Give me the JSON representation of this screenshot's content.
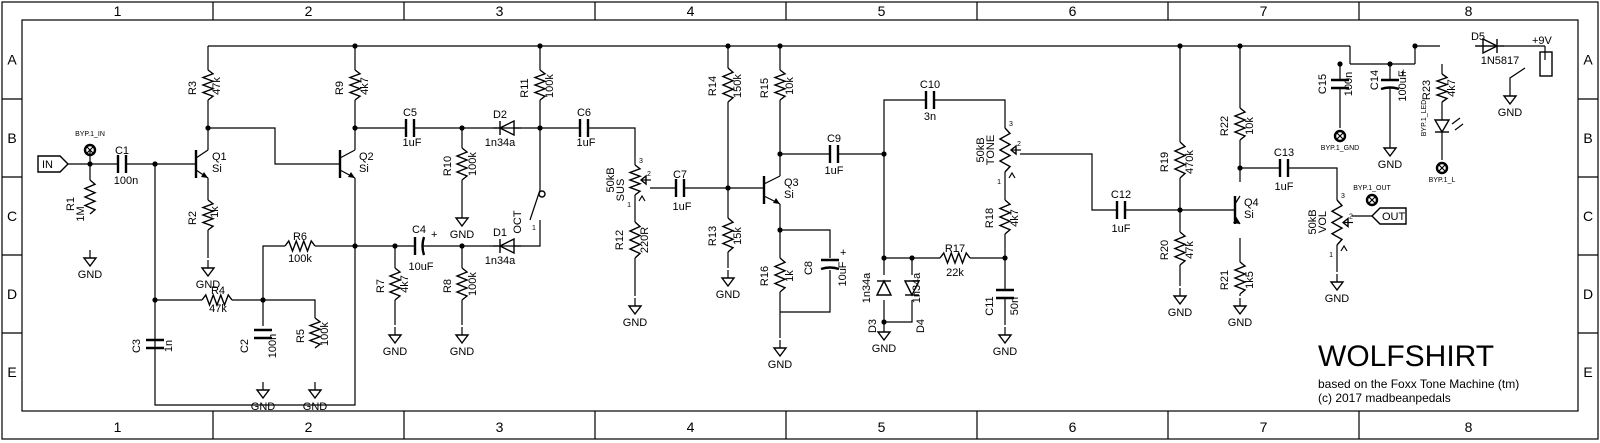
{
  "title_block": {
    "title": "WOLFSHIRT",
    "subtitle": "based on the Foxx Tone Machine (tm)",
    "copyright": "(c) 2017 madbeanpedals"
  },
  "grid": {
    "columns": [
      "1",
      "2",
      "3",
      "4",
      "5",
      "6",
      "7",
      "8"
    ],
    "rows": [
      "A",
      "B",
      "C",
      "D",
      "E"
    ]
  },
  "ports": {
    "in": "IN",
    "out": "OUT",
    "supply": "+9V"
  },
  "switch": {
    "ref": "OCT",
    "pin": "1"
  },
  "gnd_label": "GND",
  "testpoints": {
    "byp_in": "BYP.1_IN",
    "byp_gnd": "BYP.1_GND",
    "byp_out": "BYP.1_OUT",
    "byp_led": "BYP.1_LED",
    "byp_l": "BYP.1_L"
  },
  "resistors": [
    {
      "ref": "R1",
      "value": "1M"
    },
    {
      "ref": "R2",
      "value": "1k"
    },
    {
      "ref": "R3",
      "value": "47k"
    },
    {
      "ref": "R4",
      "value": "47k"
    },
    {
      "ref": "R5",
      "value": "100k"
    },
    {
      "ref": "R6",
      "value": "100k"
    },
    {
      "ref": "R7",
      "value": "4k7"
    },
    {
      "ref": "R8",
      "value": "100k"
    },
    {
      "ref": "R9",
      "value": "4k7"
    },
    {
      "ref": "R10",
      "value": "100k"
    },
    {
      "ref": "R11",
      "value": "100k"
    },
    {
      "ref": "R12",
      "value": "220R"
    },
    {
      "ref": "R13",
      "value": "15k"
    },
    {
      "ref": "R14",
      "value": "150k"
    },
    {
      "ref": "R15",
      "value": "10k"
    },
    {
      "ref": "R16",
      "value": "1k"
    },
    {
      "ref": "R17",
      "value": "22k"
    },
    {
      "ref": "R18",
      "value": "4k7"
    },
    {
      "ref": "R19",
      "value": "470k"
    },
    {
      "ref": "R20",
      "value": "47k"
    },
    {
      "ref": "R21",
      "value": "1k5"
    },
    {
      "ref": "R22",
      "value": "10k"
    },
    {
      "ref": "R23",
      "value": "4k7"
    }
  ],
  "capacitors": [
    {
      "ref": "C1",
      "value": "100n"
    },
    {
      "ref": "C2",
      "value": "100n"
    },
    {
      "ref": "C3",
      "value": "1n"
    },
    {
      "ref": "C4",
      "value": "10uF"
    },
    {
      "ref": "C5",
      "value": "1uF"
    },
    {
      "ref": "C6",
      "value": "1uF"
    },
    {
      "ref": "C7",
      "value": "1uF"
    },
    {
      "ref": "C8",
      "value": "10uF"
    },
    {
      "ref": "C9",
      "value": "1uF"
    },
    {
      "ref": "C10",
      "value": "3n"
    },
    {
      "ref": "C11",
      "value": "50n"
    },
    {
      "ref": "C12",
      "value": "1uF"
    },
    {
      "ref": "C13",
      "value": "1uF"
    },
    {
      "ref": "C14",
      "value": "100uF"
    },
    {
      "ref": "C15",
      "value": "100n"
    }
  ],
  "diodes": [
    {
      "ref": "D1",
      "value": "1n34a"
    },
    {
      "ref": "D2",
      "value": "1n34a"
    },
    {
      "ref": "D3",
      "value": "1n34a"
    },
    {
      "ref": "D4",
      "value": "1n34a"
    },
    {
      "ref": "D5",
      "value": "1N5817"
    }
  ],
  "transistors": [
    {
      "ref": "Q1",
      "type": "Si"
    },
    {
      "ref": "Q2",
      "type": "Si"
    },
    {
      "ref": "Q3",
      "type": "Si"
    },
    {
      "ref": "Q4",
      "type": "Si"
    }
  ],
  "pots": [
    {
      "ref": "SUS",
      "value": "50kB",
      "pins": [
        "3",
        "2",
        "1"
      ]
    },
    {
      "ref": "TONE",
      "value": "50kB",
      "pins": [
        "3",
        "2",
        "1"
      ]
    },
    {
      "ref": "VOL",
      "value": "50kB",
      "pins": [
        "3",
        "2",
        "1"
      ]
    }
  ]
}
